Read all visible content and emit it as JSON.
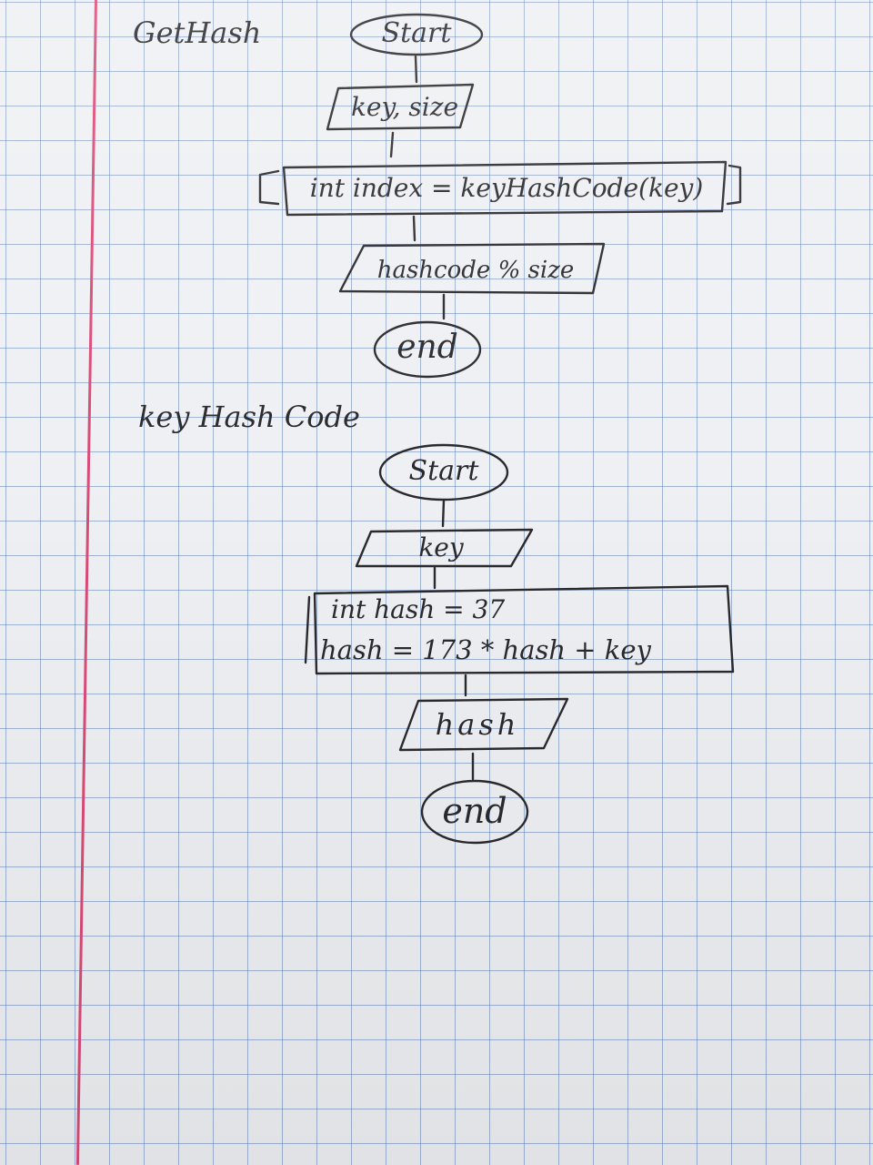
{
  "diagrams": [
    {
      "title": "GetHash",
      "nodes": {
        "start": "Start",
        "input": "key, size",
        "process": "int index = keyHashCode(key)",
        "output": "hashcode % size",
        "end": "end"
      }
    },
    {
      "title": "key Hash Code",
      "nodes": {
        "start": "Start",
        "input": "key",
        "process_line1": "int hash = 37",
        "process_line2": "hash = 173 * hash + key",
        "output": "hash",
        "end": "end"
      }
    }
  ]
}
